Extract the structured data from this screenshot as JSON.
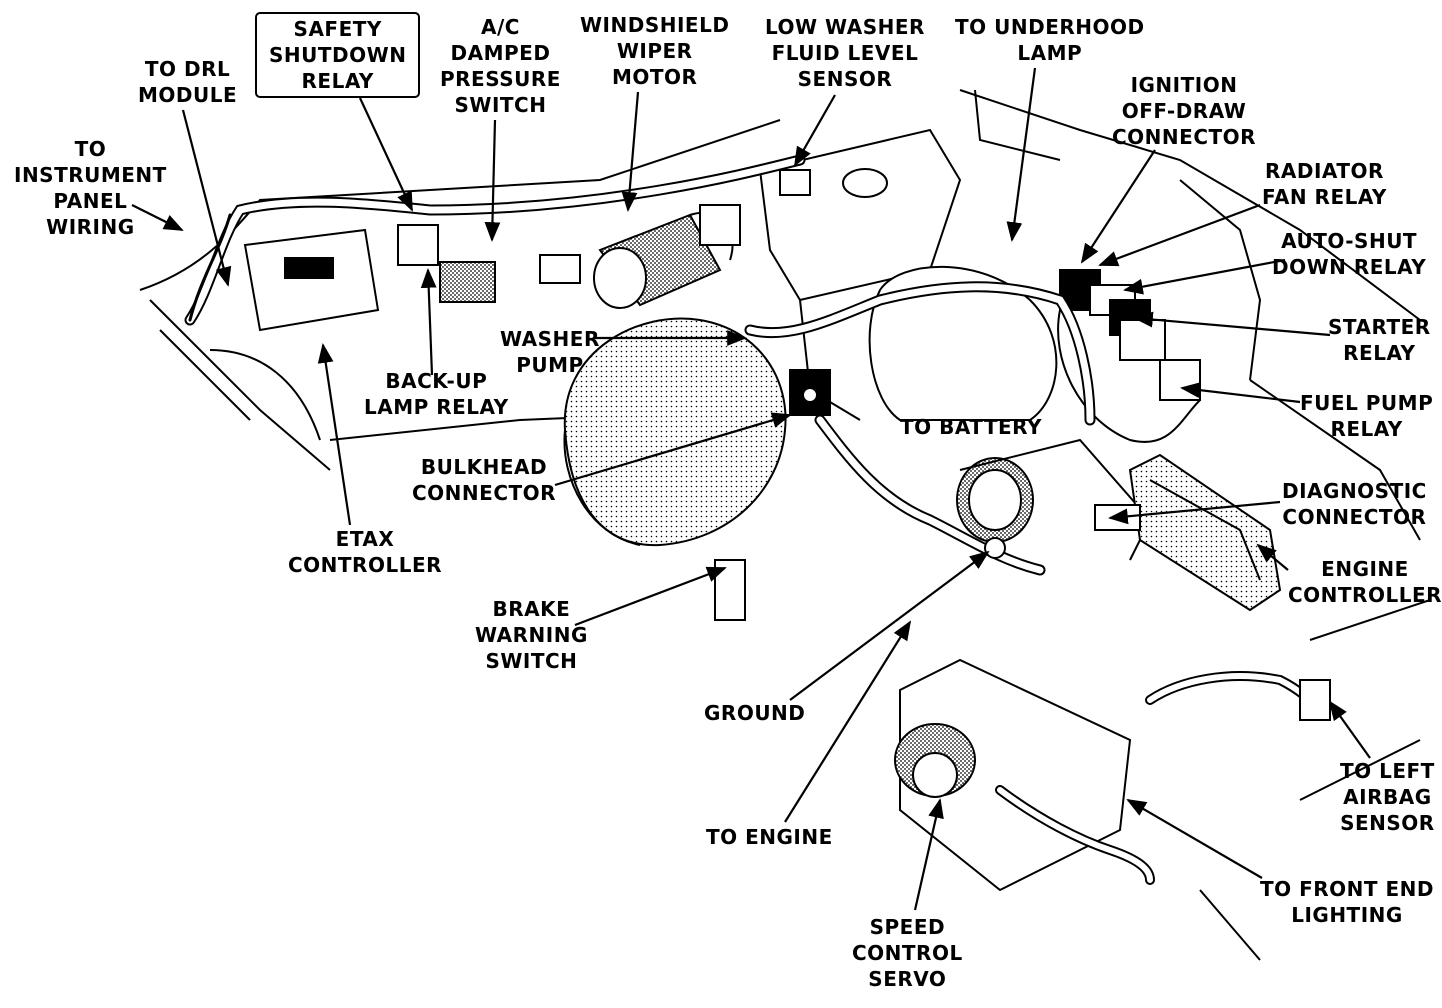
{
  "labels": {
    "safety_shutdown_relay": [
      "SAFETY",
      "SHUTDOWN",
      "RELAY"
    ],
    "ac_damped_pressure_switch": [
      "A/C",
      "DAMPED",
      "PRESSURE",
      "SWITCH"
    ],
    "windshield_wiper_motor": [
      "WINDSHIELD",
      "WIPER",
      "MOTOR"
    ],
    "low_washer_fluid_level_sensor": [
      "LOW WASHER",
      "FLUID LEVEL",
      "SENSOR"
    ],
    "to_underhood_lamp": [
      "TO UNDERHOOD",
      "LAMP"
    ],
    "to_drl_module": [
      "TO DRL",
      "MODULE"
    ],
    "to_instrument_panel_wiring": [
      "TO",
      "INSTRUMENT",
      "PANEL",
      "WIRING"
    ],
    "ignition_off_draw_connector": [
      "IGNITION",
      "OFF-DRAW",
      "CONNECTOR"
    ],
    "radiator_fan_relay": [
      "RADIATOR",
      "FAN RELAY"
    ],
    "auto_shut_down_relay": [
      "AUTO-SHUT",
      "DOWN RELAY"
    ],
    "starter_relay": [
      "STARTER",
      "RELAY"
    ],
    "fuel_pump_relay": [
      "FUEL PUMP",
      "RELAY"
    ],
    "washer_pump": [
      "WASHER",
      "PUMP"
    ],
    "back_up_lamp_relay": [
      "BACK-UP",
      "LAMP RELAY"
    ],
    "to_battery": [
      "TO BATTERY"
    ],
    "bulkhead_connector": [
      "BULKHEAD",
      "CONNECTOR"
    ],
    "etax_controller": [
      "ETAX",
      "CONTROLLER"
    ],
    "diagnostic_connector": [
      "DIAGNOSTIC",
      "CONNECTOR"
    ],
    "engine_controller": [
      "ENGINE",
      "CONTROLLER"
    ],
    "brake_warning_switch": [
      "BRAKE",
      "WARNING",
      "SWITCH"
    ],
    "ground": [
      "GROUND"
    ],
    "to_left_airbag_sensor": [
      "TO LEFT",
      "AIRBAG",
      "SENSOR"
    ],
    "to_engine": [
      "TO ENGINE"
    ],
    "to_front_end_lighting": [
      "TO FRONT END",
      "LIGHTING"
    ],
    "speed_control_servo": [
      "SPEED",
      "CONTROL",
      "SERVO"
    ]
  },
  "colors": {
    "ink": "#000000",
    "paper": "#ffffff",
    "shade": "#9a9a9a"
  }
}
